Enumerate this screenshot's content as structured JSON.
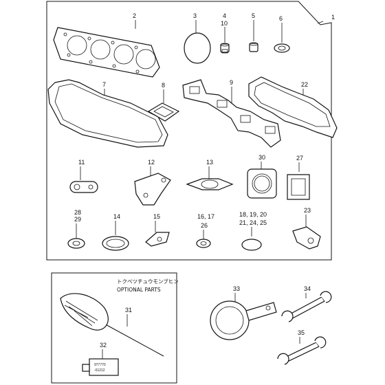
{
  "labels": {
    "p1": "1",
    "p2": "2",
    "p3": "3",
    "p4": "4",
    "p10": "10",
    "p5": "5",
    "p6": "6",
    "p7": "7",
    "p8": "8",
    "p9": "9",
    "p22": "22",
    "p11": "11",
    "p12": "12",
    "p13": "13",
    "p30": "30",
    "p27": "27",
    "p28": "28",
    "p29": "29",
    "p14": "14",
    "p15": "15",
    "p16_17": "16, 17",
    "p26": "26",
    "p18_20": "18, 19, 20",
    "p21_25": "21, 24, 25",
    "p23": "23",
    "p31": "31",
    "p32": "32",
    "p33": "33",
    "p34": "34",
    "p35": "35"
  },
  "optional_box": {
    "title_jp": "トクベツチュウモンブヒン",
    "title_en": "OPTIONAL PARTS"
  },
  "tube_label": {
    "line1": "977770",
    "line2": "-01212"
  }
}
